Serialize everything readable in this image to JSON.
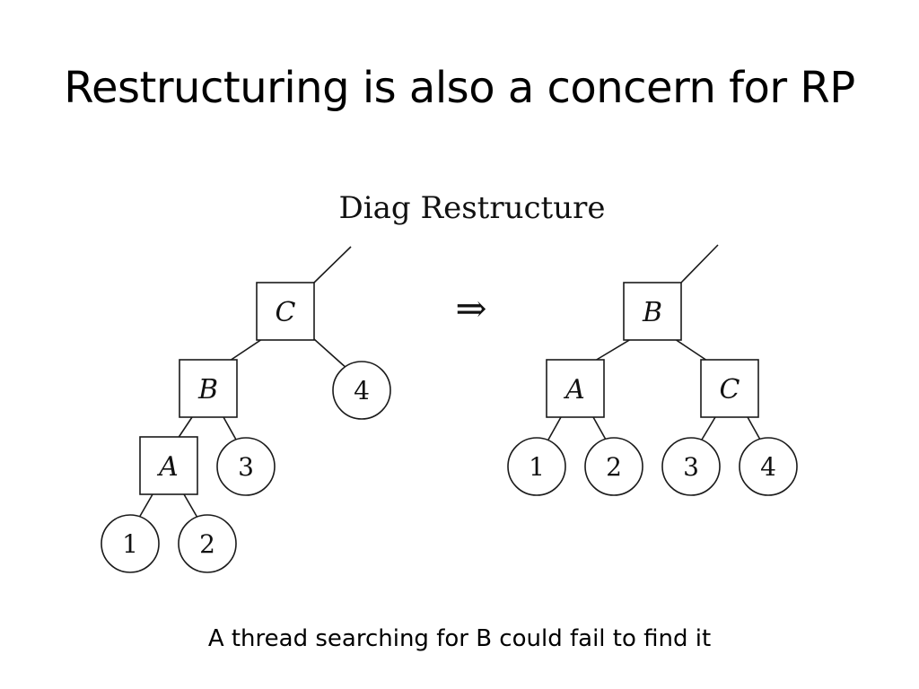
{
  "slide": {
    "title": "Restructuring is also a concern for RP",
    "caption": "A thread searching for B could fail to find it"
  },
  "diagram": {
    "title": "Diag Restructure",
    "arrow": "⇒",
    "before": {
      "nodes": {
        "C": "C",
        "B": "B",
        "A": "A",
        "leaf4": "4",
        "leaf3": "3",
        "leaf1": "1",
        "leaf2": "2"
      }
    },
    "after": {
      "nodes": {
        "B": "B",
        "A": "A",
        "C": "C",
        "leaf1": "1",
        "leaf2": "2",
        "leaf3": "3",
        "leaf4": "4"
      }
    }
  }
}
